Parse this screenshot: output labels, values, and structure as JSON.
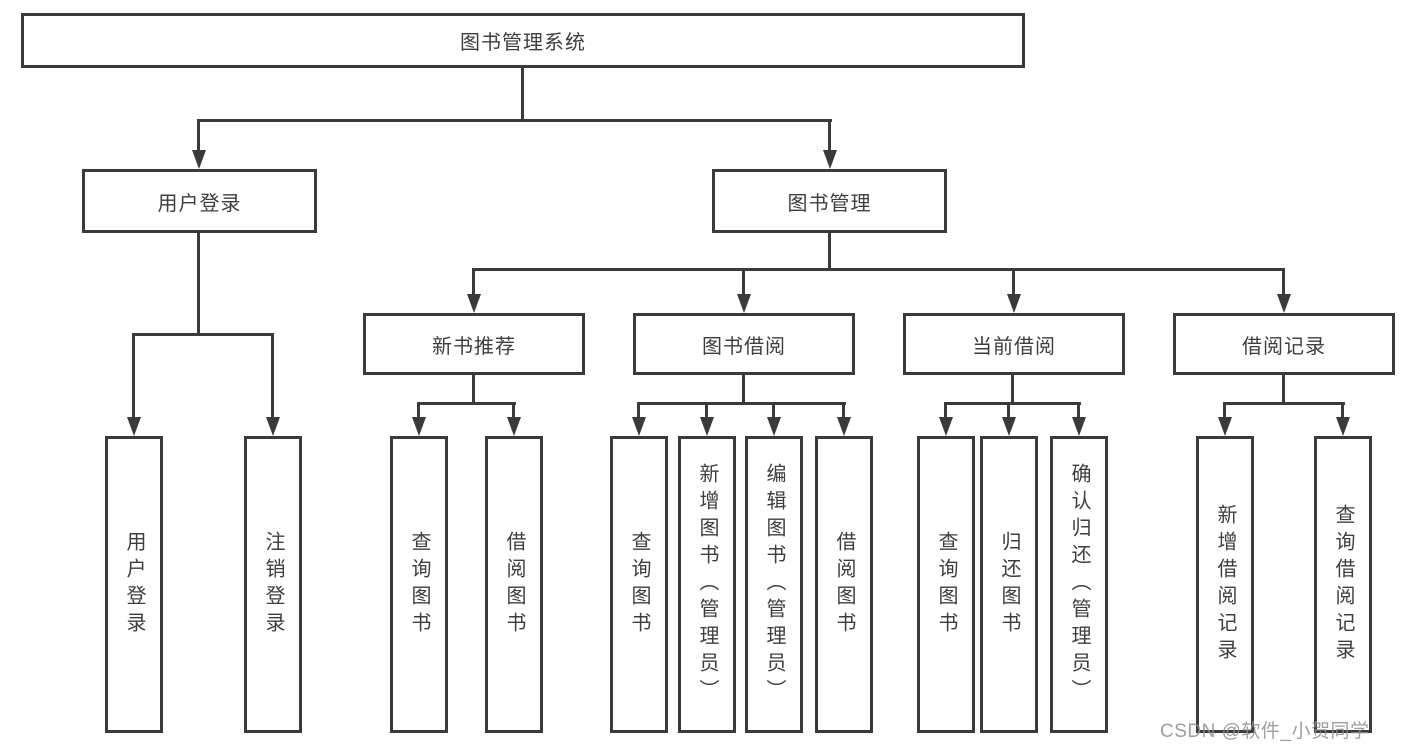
{
  "diagram": {
    "root": {
      "label": "图书管理系统"
    },
    "level2": {
      "user_login": {
        "label": "用户登录"
      },
      "book_management": {
        "label": "图书管理"
      }
    },
    "level3": {
      "new_book_recommend": {
        "label": "新书推荐"
      },
      "book_borrow": {
        "label": "图书借阅"
      },
      "current_borrow": {
        "label": "当前借阅"
      },
      "borrow_record": {
        "label": "借阅记录"
      }
    },
    "leaf_groups": {
      "user_login": [
        "用户登录",
        "注销登录"
      ],
      "new_book_recommend": [
        "查询图书",
        "借阅图书"
      ],
      "book_borrow": [
        "查询图书",
        "新增图书（管理员）",
        "编辑图书（管理员）",
        "借阅图书"
      ],
      "current_borrow": [
        "查询图书",
        "归还图书",
        "确认归还（管理员）"
      ],
      "borrow_record": [
        "新增借阅记录",
        "查询借阅记录"
      ]
    }
  },
  "watermark": {
    "text": "CSDN @软件_小贺同学"
  },
  "colors": {
    "line": "#3a3a3a",
    "text": "#3e3e3e",
    "background": "#ffffff",
    "watermark": "#8f8f8f"
  }
}
